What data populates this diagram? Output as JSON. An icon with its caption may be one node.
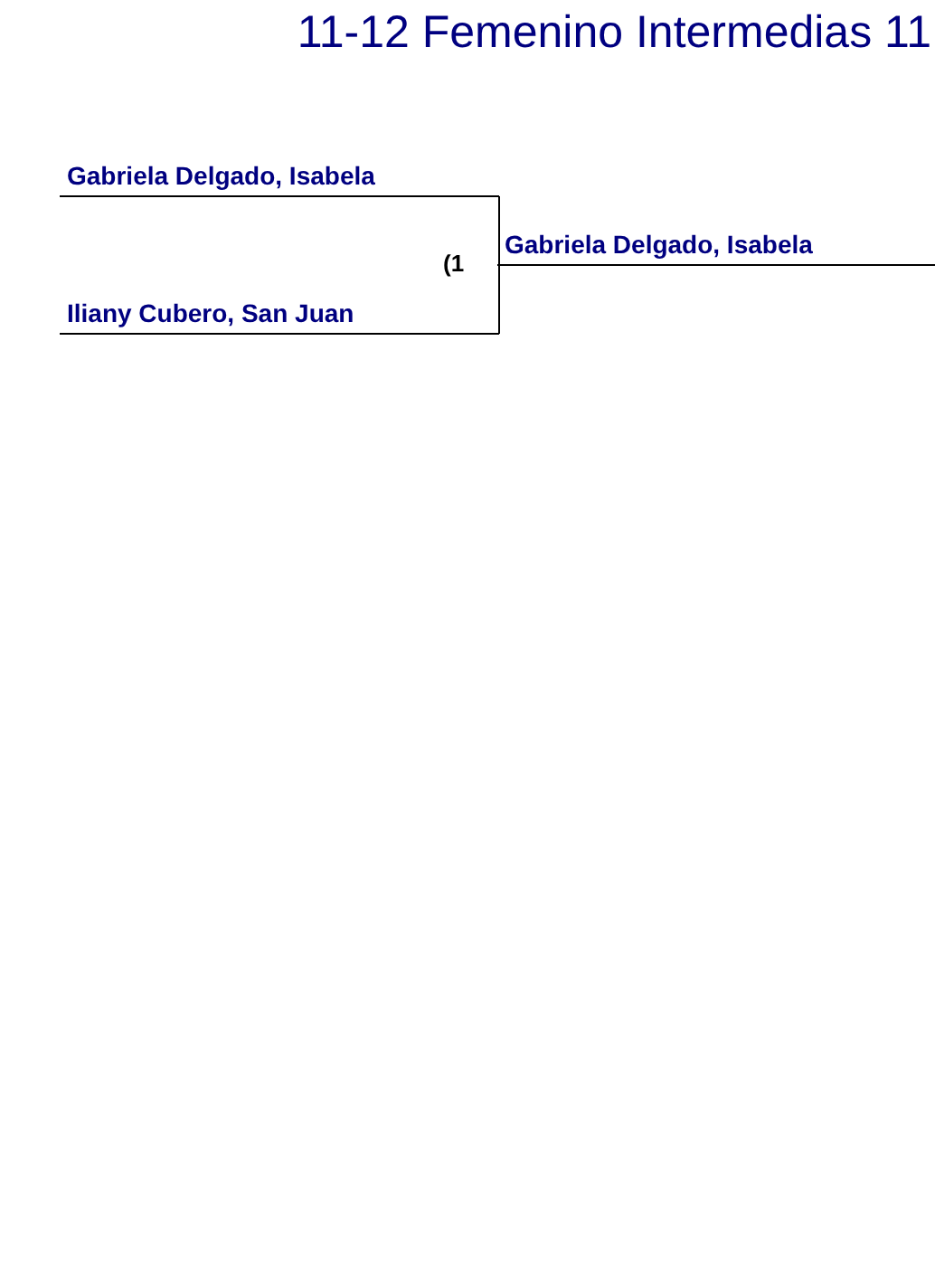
{
  "diagram": {
    "title": "11-12 Femenino Intermedias 11",
    "nodes": [
      {
        "text": [
          "Gabriela Delgado, Isabela"
        ]
      },
      {
        "text": [
          "Iliany Cubero, San Juan"
        ]
      },
      {
        "text": [
          "Gabriela Delgado, Isabela"
        ]
      }
    ],
    "edges": [
      {
        "from": 0,
        "to": 2,
        "arrow": "none"
      },
      {
        "from": 1,
        "to": 2,
        "arrow": "none"
      }
    ],
    "labels": [
      "(1"
    ]
  }
}
